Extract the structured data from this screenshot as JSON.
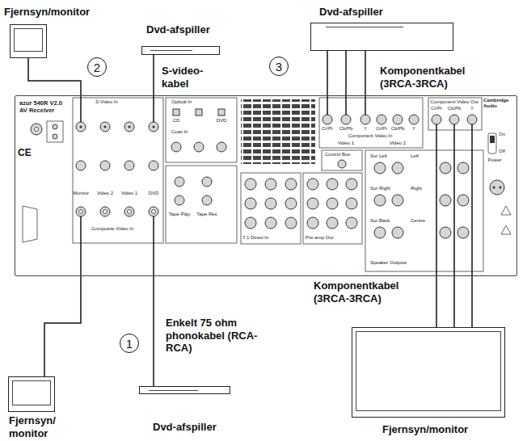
{
  "diagram": {
    "nodes": [
      {
        "text": [
          "Fjernsyn/monitor"
        ]
      },
      {
        "text": [
          "Dvd-afspiller"
        ]
      },
      {
        "text": [
          "2"
        ]
      },
      {
        "text": [
          "Dvd-afspiller"
        ]
      },
      {
        "text": [
          "3"
        ]
      },
      {
        "text": [
          "azur 540R V2.0 AV Receiver"
        ]
      },
      {
        "text": [
          "1"
        ]
      },
      {
        "text": [
          "Fjernsyn/ monitor"
        ]
      },
      {
        "text": [
          "Dvd-afspiller"
        ]
      },
      {
        "text": [
          "Fjernsyn/monitor"
        ]
      }
    ],
    "edges": [
      {
        "from": 0,
        "to": 5,
        "arrow": "none"
      },
      {
        "from": 1,
        "to": 5,
        "arrow": "none"
      },
      {
        "from": 3,
        "to": 5,
        "arrow": "none"
      },
      {
        "from": 3,
        "to": 5,
        "arrow": "none"
      },
      {
        "from": 3,
        "to": 5,
        "arrow": "none"
      },
      {
        "from": 7,
        "to": 5,
        "arrow": "none"
      },
      {
        "from": 8,
        "to": 5,
        "arrow": "none"
      },
      {
        "from": 9,
        "to": 5,
        "arrow": "none"
      },
      {
        "from": 9,
        "to": 5,
        "arrow": "none"
      },
      {
        "from": 9,
        "to": 5,
        "arrow": "none"
      }
    ],
    "labels": [
      "S-video- kabel",
      "Komponentkabel (3RCA-3RCA)",
      "Enkelt 75 ohm phonokabel (RCA-RCA)",
      "Komponentkabel (3RCA-3RCA)",
      "CE",
      "S-Video In",
      "Monitor",
      "Video 2",
      "Video 1",
      "DVD",
      "Composite Video In",
      "Optical In",
      "CD",
      "DVD",
      "Coax In",
      "Tape Play",
      "Tape Rec",
      "Control Bus",
      "Component Video In",
      "Cr/Pr",
      "Cb/Pb",
      "Y",
      "Cr/Pr",
      "Cb/Pb",
      "Y",
      "Video 1",
      "Video 2",
      "Component Video Out",
      "Cr/Pr",
      "Cb/Pb",
      "Y",
      "Cambridge Audio",
      "On",
      "Off",
      "Power",
      "7.1 Direct In",
      "Pre-amp Out",
      "Sur Left",
      "Sur Right",
      "Sur Back",
      "Left",
      "Right",
      "Centre",
      "Speaker Outputs"
    ]
  }
}
